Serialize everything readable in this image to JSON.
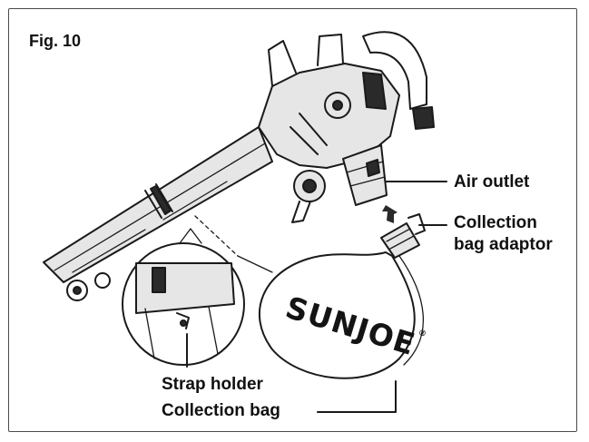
{
  "figure": {
    "label": "Fig. 10"
  },
  "brand": {
    "text": "SUNJOE",
    "mark": "®"
  },
  "labels": {
    "air_outlet": "Air outlet",
    "collection_adaptor_line1": "Collection",
    "collection_adaptor_line2": "bag adaptor",
    "strap_holder": "Strap holder",
    "collection_bag": "Collection bag"
  },
  "colors": {
    "line": "#1a1a1a",
    "frame": "#4a4a4a",
    "fill_light": "#e6e6e6"
  },
  "icons": {
    "arrow": "up-arrow-icon"
  }
}
